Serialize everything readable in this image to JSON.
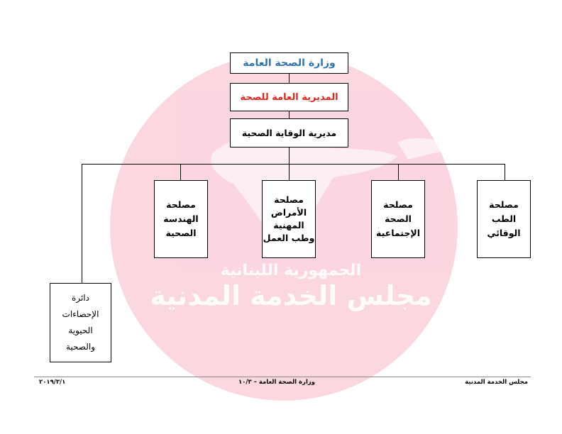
{
  "org_chart": {
    "ministry": "وزارة الصحة العامة",
    "directorate": "المديرية العامة للصحة",
    "prevention": "مديرية الوقاية الصحية",
    "services": [
      {
        "lines": [
          "مصلحة",
          "الهندسة",
          "الصحية"
        ]
      },
      {
        "lines": [
          "مصلحة",
          "الأمراض",
          "المهنية",
          "وطب العمل"
        ]
      },
      {
        "lines": [
          "مصلحة",
          "الصحة",
          "الإجتماعية"
        ]
      },
      {
        "lines": [
          "مصلحة",
          "الطب",
          "الوقائي"
        ]
      }
    ],
    "statistics_dept": {
      "lines": [
        "دائرة",
        "الإحصاءات",
        "الحيوية",
        "والصحية"
      ]
    }
  },
  "watermark": {
    "line1": "الجمهورية اللبنانية",
    "line2": "مجلس الخدمة المدنية",
    "color": "#f4a7b9"
  },
  "footer": {
    "left": "٢٠١٩/٣/١",
    "center": "وزارة الصحة العامة – ١٠/٣",
    "right": "مجلس الخدمة المدنية"
  },
  "colors": {
    "ministry_text": "#2e74b5",
    "directorate_text": "#e8231c"
  }
}
